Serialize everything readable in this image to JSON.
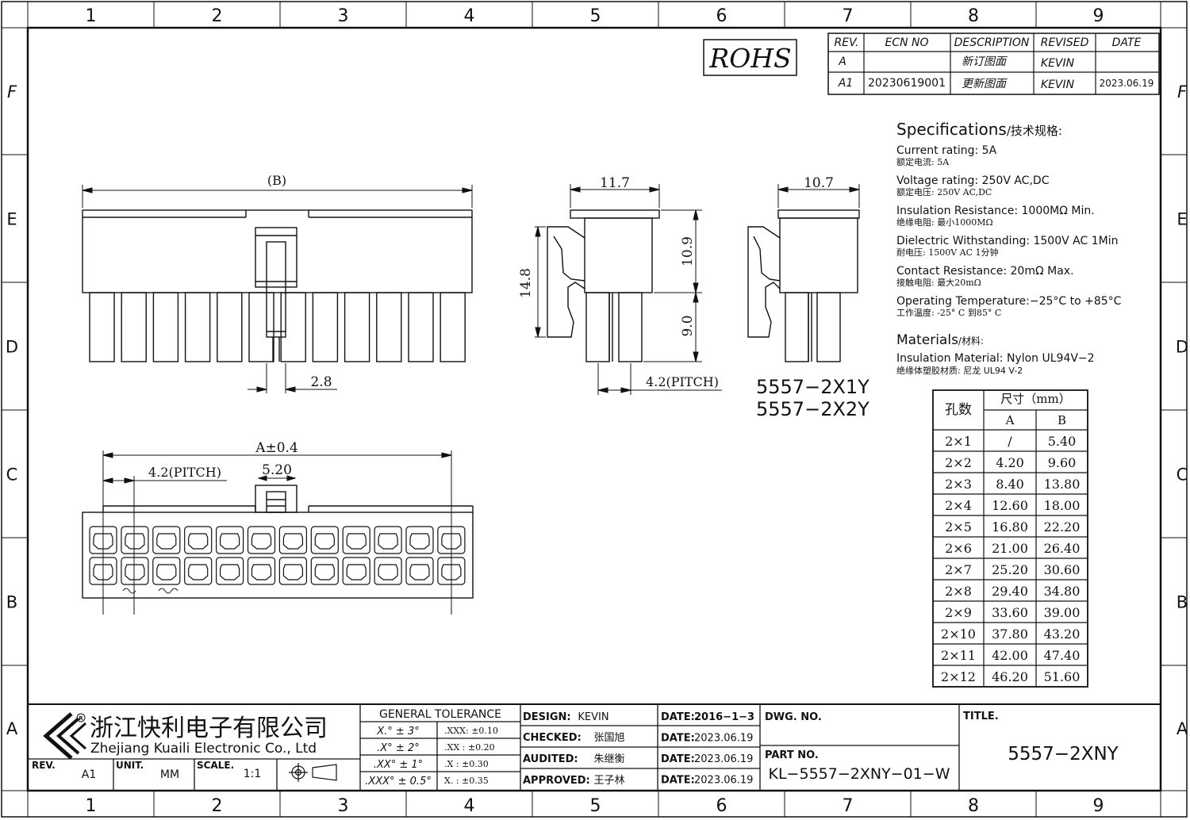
{
  "grid": {
    "columns": [
      "1",
      "2",
      "3",
      "4",
      "5",
      "6",
      "7",
      "8",
      "9"
    ],
    "rows": [
      "F",
      "E",
      "D",
      "C",
      "B",
      "A"
    ]
  },
  "rohs": "ROHS",
  "revision_table": {
    "headers": [
      "REV.",
      "ECN NO",
      "DESCRIPTION",
      "REVISED",
      "DATE"
    ],
    "rows": [
      [
        "A",
        "",
        "新订图面",
        "KEVIN",
        ""
      ],
      [
        "A1",
        "20230619001",
        "更新图面",
        "KEVIN",
        "2023.06.19"
      ]
    ]
  },
  "specifications": {
    "heading": "Specifications",
    "heading_cn": "/技术规格:",
    "items": [
      {
        "en": "Current  rating:  5A",
        "cn": "额定电流:  5A"
      },
      {
        "en": "Voltage  rating:  250V  AC,DC",
        "cn": "额定电压:  250V  AC,DC"
      },
      {
        "en": "Insulation  Resistance:  1000MΩ  Min.",
        "cn": "绝缘电阻:  最小1000MΩ"
      },
      {
        "en": "Dielectric  Withstanding:    1500V  AC    1Min",
        "cn": "耐电压:  1500V  AC  1分钟"
      },
      {
        "en": "Contact  Resistance:    20mΩ  Max.",
        "cn": "接触电阻:  最大20mΩ"
      },
      {
        "en": "Operating  Temperature:−25°C  to  +85°C",
        "cn": "工作温度:  -25°  C  到85°  C"
      }
    ],
    "materials_heading": "Materials",
    "materials_heading_cn": "/材料:",
    "material_en": "Insulation  Material:  Nylon  UL94V−2",
    "material_cn": "绝缘体塑胶材质:  尼龙    UL94  V-2"
  },
  "dimension_table": {
    "col_holes": "孔数",
    "col_size": "尺寸（mm）",
    "col_a": "A",
    "col_b": "B",
    "rows": [
      [
        "2×1",
        "/",
        "5.40"
      ],
      [
        "2×2",
        "4.20",
        "9.60"
      ],
      [
        "2×3",
        "8.40",
        "13.80"
      ],
      [
        "2×4",
        "12.60",
        "18.00"
      ],
      [
        "2×5",
        "16.80",
        "22.20"
      ],
      [
        "2×6",
        "21.00",
        "26.40"
      ],
      [
        "2×7",
        "25.20",
        "30.60"
      ],
      [
        "2×8",
        "29.40",
        "34.80"
      ],
      [
        "2×9",
        "33.60",
        "39.00"
      ],
      [
        "2×10",
        "37.80",
        "43.20"
      ],
      [
        "2×11",
        "42.00",
        "47.40"
      ],
      [
        "2×12",
        "46.20",
        "51.60"
      ]
    ]
  },
  "dimensions": {
    "b": "(B)",
    "pin_width": "2.8",
    "side_width": "11.7",
    "side_height_total": "14.8",
    "side_height_upper": "10.9",
    "side_height_lower": "9.0",
    "side_pitch": "4.2(PITCH)",
    "end_width": "10.7",
    "a_tol": "A±0.4",
    "bottom_pitch": "4.2(PITCH)",
    "latch_width": "5.20"
  },
  "model_labels": [
    "5557−2X1Y",
    "5557−2X2Y"
  ],
  "title_block": {
    "company_cn": "浙江快利电子有限公司",
    "company_en": "Zhejiang  Kuaili  Electronic  Co.,  Ltd",
    "rev_label": "REV.",
    "rev_value": "A1",
    "unit_label": "UNIT.",
    "unit_value": "MM",
    "scale_label": "SCALE.",
    "scale_value": "1:1",
    "general_tolerance": "GENERAL  TOLERANCE",
    "tol_left": [
      "X.°  ±  3°",
      ".X°  ±  2°",
      ".XX°  ±  1°",
      ".XXX°  ±  0.5°"
    ],
    "tol_right": [
      ".XXX:   ±0.10",
      ".XX  :   ±0.20",
      ".X    :   ±0.30",
      "X.    :   ±0.35"
    ],
    "design_label": "DESIGN:",
    "design_value": "KEVIN",
    "checked_label": "CHECKED:",
    "checked_value": "张国旭",
    "audited_label": "AUDITED:",
    "audited_value": "朱继衡",
    "approved_label": "APPROVED:",
    "approved_value": "王子林",
    "date_label": "DATE:",
    "dates": [
      "2016−1−3",
      "2023.06.19",
      "2023.06.19",
      "2023.06.19"
    ],
    "dwg_no_label": "DWG.  NO.",
    "part_no_label": "PART  NO.",
    "part_no_value": "KL−5557−2XNY−01−W",
    "title_label": "TITLE.",
    "title_value": "5557−2XNY"
  }
}
